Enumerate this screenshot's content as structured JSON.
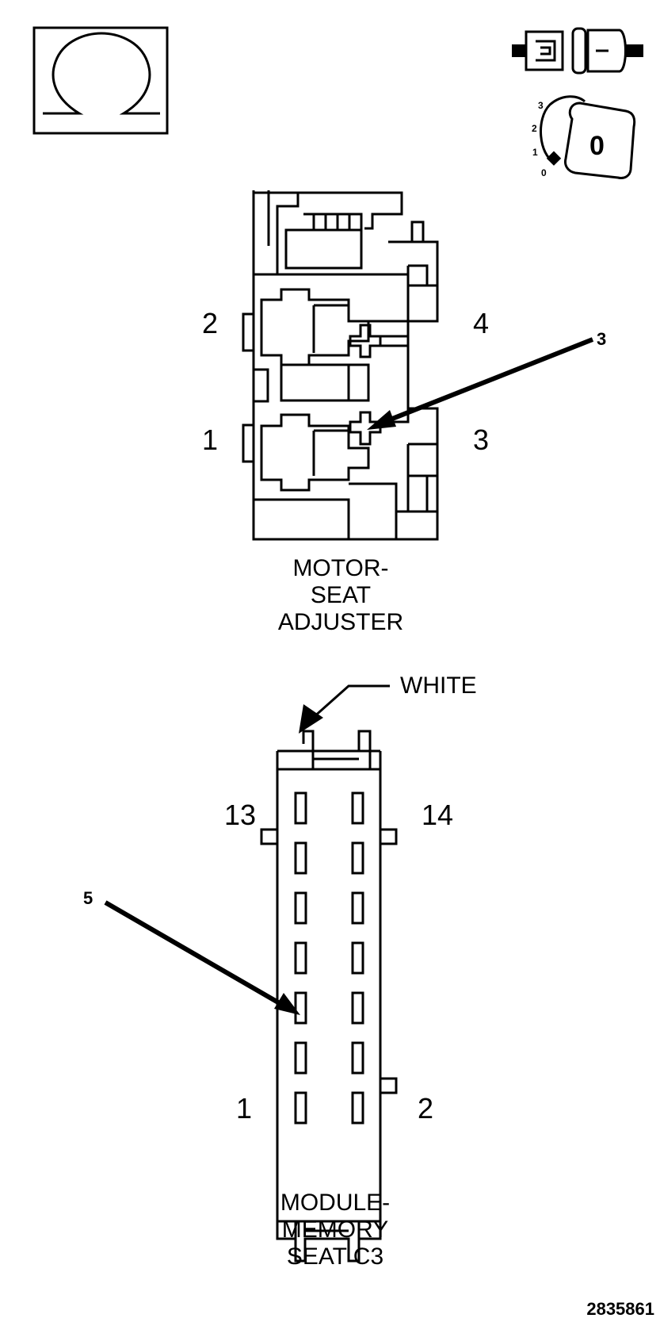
{
  "icons": {
    "ohm": "ohm-meter-icon",
    "connector": "disconnected-connector-icon",
    "ignition": "ignition-key-off-icon"
  },
  "ignition": {
    "positions": [
      "3",
      "2",
      "1",
      "0"
    ],
    "key_label": "0"
  },
  "motor_connector": {
    "title": [
      "MOTOR-",
      "SEAT",
      "ADJUSTER"
    ],
    "pin_2": "2",
    "pin_4": "4",
    "pin_1": "1",
    "pin_3": "3",
    "callout": "3"
  },
  "module_connector": {
    "title": [
      "MODULE-",
      "MEMORY",
      "SEAT C3"
    ],
    "color_label": "WHITE",
    "pin_13": "13",
    "pin_14": "14",
    "pin_1": "1",
    "pin_2": "2",
    "callout": "5"
  },
  "figure_id": "2835861"
}
